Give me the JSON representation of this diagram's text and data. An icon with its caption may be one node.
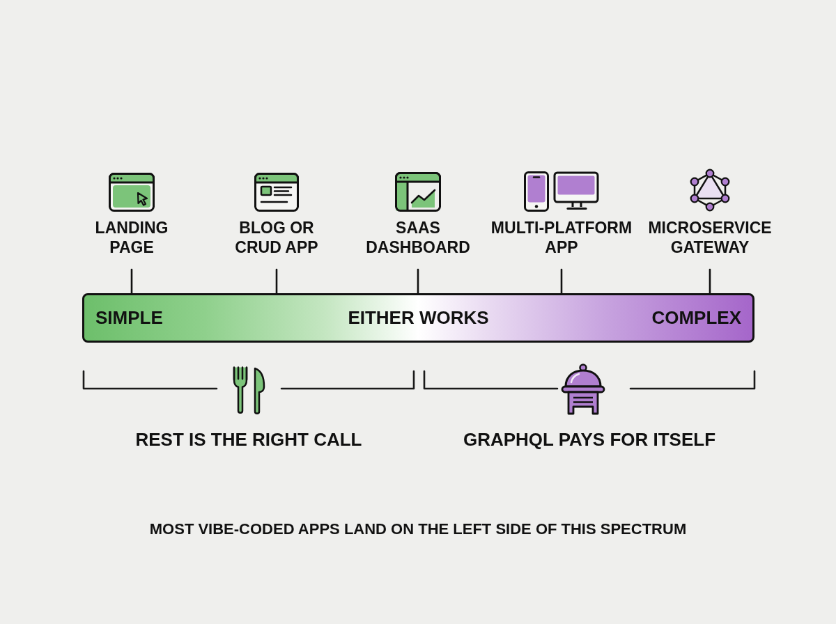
{
  "diagram": {
    "nodes": [
      {
        "text": [
          "LANDING PAGE"
        ]
      },
      {
        "text": [
          "BLOG OR CRUD APP"
        ]
      },
      {
        "text": [
          "SAAS DASHBOARD"
        ]
      },
      {
        "text": [
          "MULTI-PLATFORM APP"
        ]
      },
      {
        "text": [
          "MICROSERVICE GATEWAY"
        ]
      },
      {
        "text": [
          "SIMPLE",
          "EITHER WORKS",
          "COMPLEX"
        ]
      }
    ],
    "edges": [
      {
        "from": 0,
        "to": 5,
        "arrow": "none"
      },
      {
        "from": 1,
        "to": 5,
        "arrow": "none"
      },
      {
        "from": 2,
        "to": 5,
        "arrow": "none"
      },
      {
        "from": 3,
        "to": 5,
        "arrow": "none"
      },
      {
        "from": 4,
        "to": 5,
        "arrow": "none"
      }
    ],
    "labels": [
      "REST IS THE RIGHT CALL",
      "GRAPHQL PAYS FOR ITSELF"
    ],
    "caption": "MOST VIBE-CODED APPS LAND ON THE LEFT SIDE OF THIS SPECTRUM"
  }
}
